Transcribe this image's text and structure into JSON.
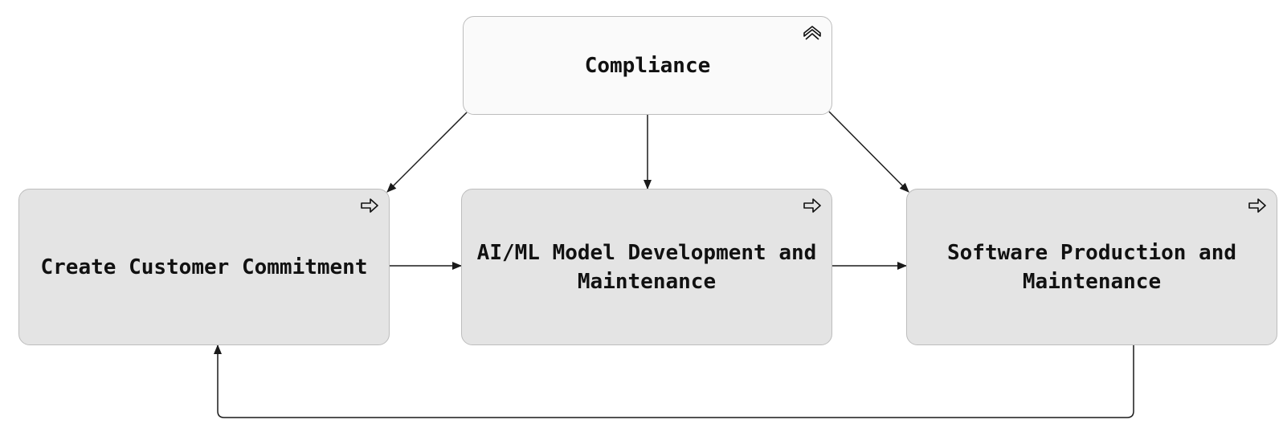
{
  "colors": {
    "compliance_fill": "#fafafa",
    "process_fill": "#e4e4e4",
    "border": "#bdbdbd",
    "connector": "#1a1a1a",
    "text": "#111111"
  },
  "nodes": {
    "compliance": {
      "label": "Compliance",
      "icon": "chevron-up-icon"
    },
    "create_customer_commitment": {
      "label": "Create Customer Commitment",
      "icon": "arrow-right-icon"
    },
    "aiml_model": {
      "label": "AI/ML Model Development and Maintenance",
      "icon": "arrow-right-icon"
    },
    "software_production": {
      "label": "Software Production and Maintenance",
      "icon": "arrow-right-icon"
    }
  },
  "edges": [
    {
      "from": "compliance",
      "to": "create_customer_commitment"
    },
    {
      "from": "compliance",
      "to": "aiml_model"
    },
    {
      "from": "compliance",
      "to": "software_production"
    },
    {
      "from": "create_customer_commitment",
      "to": "aiml_model"
    },
    {
      "from": "aiml_model",
      "to": "software_production"
    },
    {
      "from": "software_production",
      "to": "create_customer_commitment"
    }
  ]
}
